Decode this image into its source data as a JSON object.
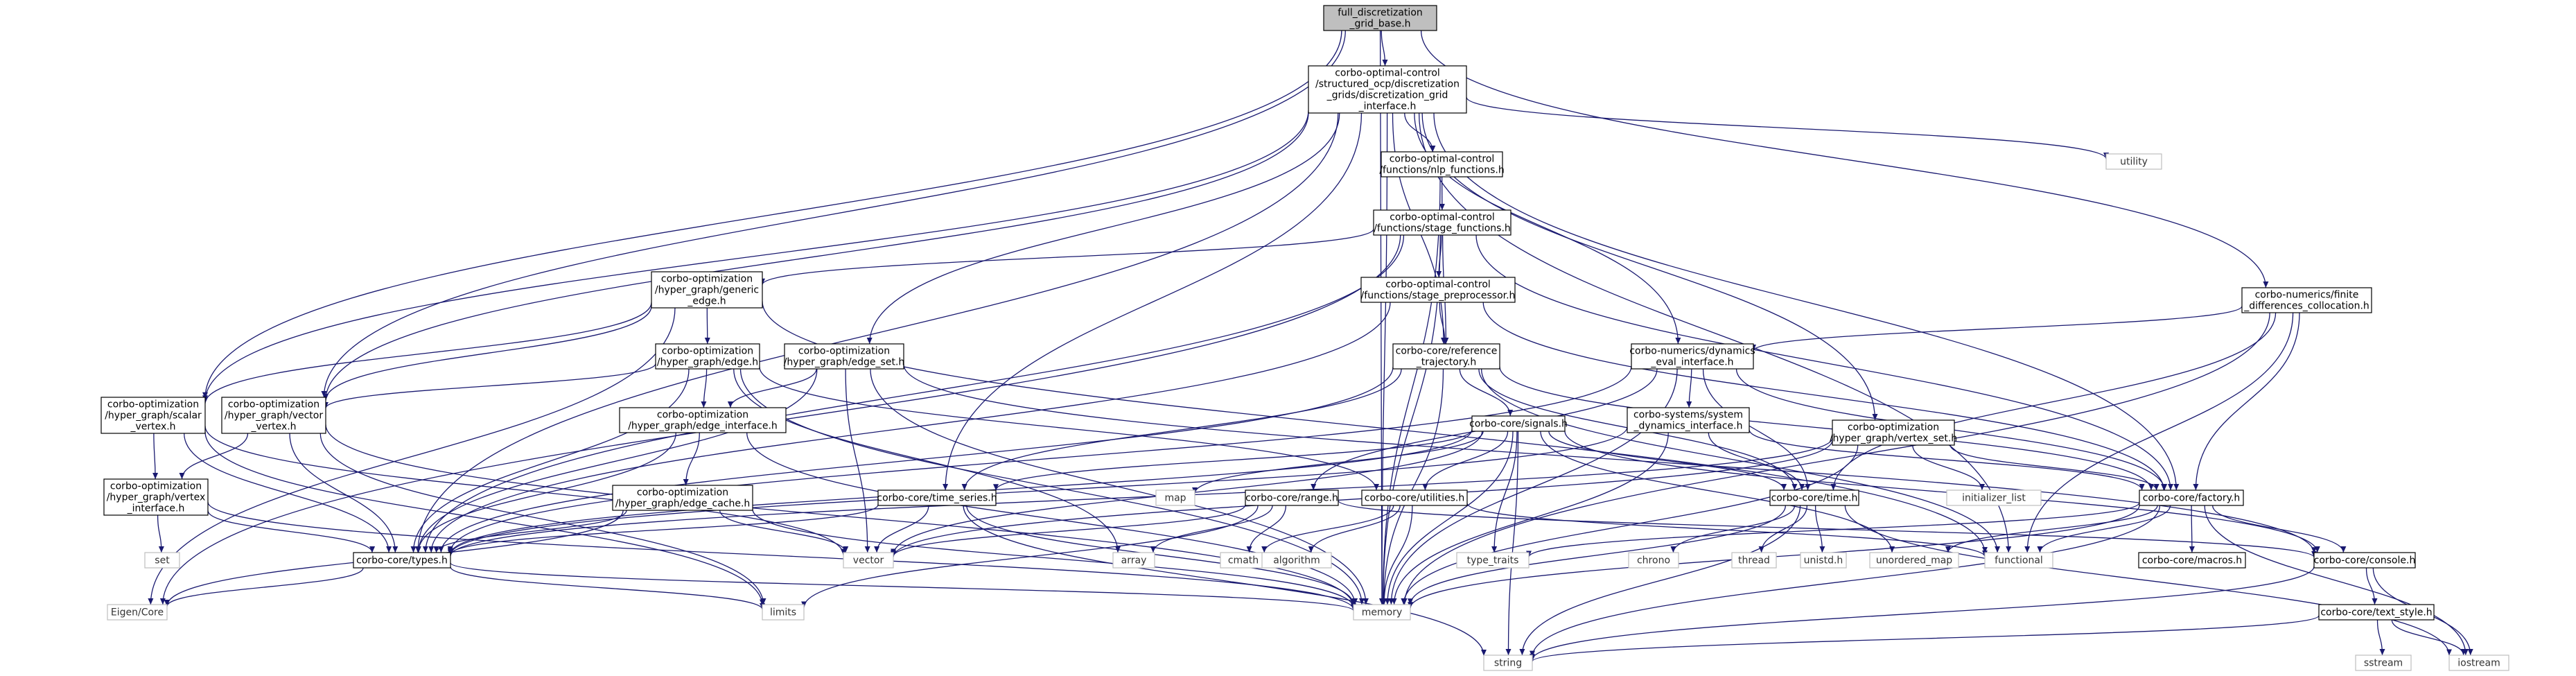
{
  "title": "full_discretization_grid_base.h",
  "colors": {
    "edge": "#191970",
    "root_fill": "#bfbfbf",
    "node_stroke": "#000000",
    "system_stroke": "#bfbfbf"
  },
  "nodes": [
    {
      "id": "root",
      "lines": [
        "full_discretization",
        "_grid_base.h"
      ],
      "kind": "root"
    },
    {
      "id": "dgi",
      "lines": [
        "corbo-optimal-control",
        "/structured_ocp/discretization",
        "_grids/discretization_grid",
        "_interface.h"
      ],
      "kind": "file"
    },
    {
      "id": "nlp",
      "lines": [
        "corbo-optimal-control",
        "/functions/nlp_functions.h"
      ],
      "kind": "file"
    },
    {
      "id": "stage",
      "lines": [
        "corbo-optimal-control",
        "/functions/stage_functions.h"
      ],
      "kind": "file"
    },
    {
      "id": "utility",
      "lines": [
        "utility"
      ],
      "kind": "system"
    },
    {
      "id": "fdc",
      "lines": [
        "corbo-numerics/finite",
        "_differences_collocation.h"
      ],
      "kind": "file"
    },
    {
      "id": "generic",
      "lines": [
        "corbo-optimization",
        "/hyper_graph/generic",
        "_edge.h"
      ],
      "kind": "file"
    },
    {
      "id": "preproc",
      "lines": [
        "corbo-optimal-control",
        "/functions/stage_preprocessor.h"
      ],
      "kind": "file"
    },
    {
      "id": "edge",
      "lines": [
        "corbo-optimization",
        "/hyper_graph/edge.h"
      ],
      "kind": "file"
    },
    {
      "id": "edgeset",
      "lines": [
        "corbo-optimization",
        "/hyper_graph/edge_set.h"
      ],
      "kind": "file"
    },
    {
      "id": "reftraj",
      "lines": [
        "corbo-core/reference",
        "_trajectory.h"
      ],
      "kind": "file"
    },
    {
      "id": "dyn",
      "lines": [
        "corbo-numerics/dynamics",
        "_eval_interface.h"
      ],
      "kind": "file"
    },
    {
      "id": "scalar",
      "lines": [
        "corbo-optimization",
        "/hyper_graph/scalar",
        "_vertex.h"
      ],
      "kind": "file"
    },
    {
      "id": "vecv",
      "lines": [
        "corbo-optimization",
        "/hyper_graph/vector",
        "_vertex.h"
      ],
      "kind": "file"
    },
    {
      "id": "eif",
      "lines": [
        "corbo-optimization",
        "/hyper_graph/edge_interface.h"
      ],
      "kind": "file"
    },
    {
      "id": "signals",
      "lines": [
        "corbo-core/signals.h"
      ],
      "kind": "file"
    },
    {
      "id": "sysdyn",
      "lines": [
        "corbo-systems/system",
        "_dynamics_interface.h"
      ],
      "kind": "file"
    },
    {
      "id": "vset",
      "lines": [
        "corbo-optimization",
        "/hyper_graph/vertex_set.h"
      ],
      "kind": "file"
    },
    {
      "id": "vif",
      "lines": [
        "corbo-optimization",
        "/hyper_graph/vertex",
        "_interface.h"
      ],
      "kind": "file"
    },
    {
      "id": "ecache",
      "lines": [
        "corbo-optimization",
        "/hyper_graph/edge_cache.h"
      ],
      "kind": "file"
    },
    {
      "id": "tseries",
      "lines": [
        "corbo-core/time_series.h"
      ],
      "kind": "file"
    },
    {
      "id": "map",
      "lines": [
        "map"
      ],
      "kind": "system"
    },
    {
      "id": "range",
      "lines": [
        "corbo-core/range.h"
      ],
      "kind": "file"
    },
    {
      "id": "utilities",
      "lines": [
        "corbo-core/utilities.h"
      ],
      "kind": "file"
    },
    {
      "id": "time",
      "lines": [
        "corbo-core/time.h"
      ],
      "kind": "file"
    },
    {
      "id": "ilist",
      "lines": [
        "initializer_list"
      ],
      "kind": "system"
    },
    {
      "id": "factory",
      "lines": [
        "corbo-core/factory.h"
      ],
      "kind": "file"
    },
    {
      "id": "set",
      "lines": [
        "set"
      ],
      "kind": "system"
    },
    {
      "id": "types",
      "lines": [
        "corbo-core/types.h"
      ],
      "kind": "file"
    },
    {
      "id": "vector",
      "lines": [
        "vector"
      ],
      "kind": "system"
    },
    {
      "id": "array",
      "lines": [
        "array"
      ],
      "kind": "system"
    },
    {
      "id": "cmath",
      "lines": [
        "cmath"
      ],
      "kind": "system"
    },
    {
      "id": "algorithm",
      "lines": [
        "algorithm"
      ],
      "kind": "system"
    },
    {
      "id": "typetraits",
      "lines": [
        "type_traits"
      ],
      "kind": "system"
    },
    {
      "id": "chrono",
      "lines": [
        "chrono"
      ],
      "kind": "system"
    },
    {
      "id": "thread",
      "lines": [
        "thread"
      ],
      "kind": "system"
    },
    {
      "id": "unistd",
      "lines": [
        "unistd.h"
      ],
      "kind": "system"
    },
    {
      "id": "umap",
      "lines": [
        "unordered_map"
      ],
      "kind": "system"
    },
    {
      "id": "functional",
      "lines": [
        "functional"
      ],
      "kind": "system"
    },
    {
      "id": "macros",
      "lines": [
        "corbo-core/macros.h"
      ],
      "kind": "file"
    },
    {
      "id": "console",
      "lines": [
        "corbo-core/console.h"
      ],
      "kind": "file"
    },
    {
      "id": "eigen",
      "lines": [
        "Eigen/Core"
      ],
      "kind": "system"
    },
    {
      "id": "limits",
      "lines": [
        "limits"
      ],
      "kind": "system"
    },
    {
      "id": "memory",
      "lines": [
        "memory"
      ],
      "kind": "system"
    },
    {
      "id": "textstyle",
      "lines": [
        "corbo-core/text_style.h"
      ],
      "kind": "file"
    },
    {
      "id": "sstream",
      "lines": [
        "sstream"
      ],
      "kind": "system"
    },
    {
      "id": "iostream",
      "lines": [
        "iostream"
      ],
      "kind": "system"
    },
    {
      "id": "string",
      "lines": [
        "string"
      ],
      "kind": "system"
    }
  ],
  "edges": [
    [
      "root",
      "dgi"
    ],
    [
      "root",
      "fdc"
    ],
    [
      "root",
      "memory"
    ],
    [
      "root",
      "scalar"
    ],
    [
      "root",
      "vecv"
    ],
    [
      "dgi",
      "nlp"
    ],
    [
      "dgi",
      "utility"
    ],
    [
      "dgi",
      "edgeset"
    ],
    [
      "dgi",
      "reftraj"
    ],
    [
      "dgi",
      "dyn"
    ],
    [
      "dgi",
      "vset"
    ],
    [
      "dgi",
      "scalar"
    ],
    [
      "dgi",
      "vecv"
    ],
    [
      "dgi",
      "types"
    ],
    [
      "dgi",
      "factory"
    ],
    [
      "dgi",
      "memory"
    ],
    [
      "dgi",
      "tseries"
    ],
    [
      "dgi",
      "functional"
    ],
    [
      "nlp",
      "stage"
    ],
    [
      "nlp",
      "memory"
    ],
    [
      "stage",
      "generic"
    ],
    [
      "stage",
      "preproc"
    ],
    [
      "stage",
      "reftraj"
    ],
    [
      "stage",
      "factory"
    ],
    [
      "stage",
      "memory"
    ],
    [
      "stage",
      "types"
    ],
    [
      "stage",
      "eigen"
    ],
    [
      "preproc",
      "reftraj"
    ],
    [
      "preproc",
      "factory"
    ],
    [
      "preproc",
      "types"
    ],
    [
      "fdc",
      "dyn"
    ],
    [
      "fdc",
      "factory"
    ],
    [
      "fdc",
      "time"
    ],
    [
      "fdc",
      "memory"
    ],
    [
      "fdc",
      "functional"
    ],
    [
      "generic",
      "edge"
    ],
    [
      "generic",
      "vecv"
    ],
    [
      "generic",
      "scalar"
    ],
    [
      "generic",
      "functional"
    ],
    [
      "generic",
      "eigen"
    ],
    [
      "edge",
      "eif"
    ],
    [
      "edge",
      "vecv"
    ],
    [
      "edge",
      "utilities"
    ],
    [
      "edge",
      "types"
    ],
    [
      "edge",
      "memory"
    ],
    [
      "edge",
      "array"
    ],
    [
      "edgeset",
      "eif"
    ],
    [
      "edgeset",
      "vector"
    ],
    [
      "edgeset",
      "memory"
    ],
    [
      "edgeset",
      "console"
    ],
    [
      "edgeset",
      "types"
    ],
    [
      "reftraj",
      "signals"
    ],
    [
      "reftraj",
      "tseries"
    ],
    [
      "reftraj",
      "time"
    ],
    [
      "reftraj",
      "factory"
    ],
    [
      "reftraj",
      "memory"
    ],
    [
      "reftraj",
      "types"
    ],
    [
      "reftraj",
      "functional"
    ],
    [
      "dyn",
      "sysdyn"
    ],
    [
      "dyn",
      "range"
    ],
    [
      "dyn",
      "factory"
    ],
    [
      "dyn",
      "time"
    ],
    [
      "dyn",
      "memory"
    ],
    [
      "dyn",
      "types"
    ],
    [
      "scalar",
      "vif"
    ],
    [
      "scalar",
      "types"
    ],
    [
      "scalar",
      "limits"
    ],
    [
      "scalar",
      "vector"
    ],
    [
      "vecv",
      "vif"
    ],
    [
      "vecv",
      "types"
    ],
    [
      "vecv",
      "memory"
    ],
    [
      "vecv",
      "limits"
    ],
    [
      "eif",
      "ecache"
    ],
    [
      "eif",
      "types"
    ],
    [
      "eif",
      "memory"
    ],
    [
      "signals",
      "tseries"
    ],
    [
      "signals",
      "map"
    ],
    [
      "signals",
      "vector"
    ],
    [
      "signals",
      "types"
    ],
    [
      "signals",
      "time"
    ],
    [
      "signals",
      "memory"
    ],
    [
      "signals",
      "typetraits"
    ],
    [
      "signals",
      "umap"
    ],
    [
      "signals",
      "string"
    ],
    [
      "signals",
      "console"
    ],
    [
      "signals",
      "utilities"
    ],
    [
      "sysdyn",
      "factory"
    ],
    [
      "sysdyn",
      "time"
    ],
    [
      "sysdyn",
      "memory"
    ],
    [
      "sysdyn",
      "types"
    ],
    [
      "vset",
      "vector"
    ],
    [
      "vset",
      "memory"
    ],
    [
      "vset",
      "factory"
    ],
    [
      "vset",
      "ilist"
    ],
    [
      "vset",
      "types"
    ],
    [
      "vif",
      "set"
    ],
    [
      "vif",
      "types"
    ],
    [
      "vif",
      "memory"
    ],
    [
      "ecache",
      "types"
    ],
    [
      "ecache",
      "vector"
    ],
    [
      "ecache",
      "eigen"
    ],
    [
      "ecache",
      "memory"
    ],
    [
      "tseries",
      "types"
    ],
    [
      "tseries",
      "vector"
    ],
    [
      "tseries",
      "memory"
    ],
    [
      "tseries",
      "string"
    ],
    [
      "range",
      "cmath"
    ],
    [
      "range",
      "array"
    ],
    [
      "range",
      "vector"
    ],
    [
      "range",
      "limits"
    ],
    [
      "range",
      "console"
    ],
    [
      "utilities",
      "memory"
    ],
    [
      "utilities",
      "algorithm"
    ],
    [
      "utilities",
      "cmath"
    ],
    [
      "utilities",
      "functional"
    ],
    [
      "time",
      "chrono"
    ],
    [
      "time",
      "thread"
    ],
    [
      "time",
      "unistd"
    ],
    [
      "time",
      "memory"
    ],
    [
      "time",
      "string"
    ],
    [
      "time",
      "iostream"
    ],
    [
      "factory",
      "console"
    ],
    [
      "factory",
      "typetraits"
    ],
    [
      "factory",
      "functional"
    ],
    [
      "factory",
      "macros"
    ],
    [
      "factory",
      "memory"
    ],
    [
      "factory",
      "string"
    ],
    [
      "factory",
      "umap"
    ],
    [
      "factory",
      "iostream"
    ],
    [
      "types",
      "eigen"
    ],
    [
      "types",
      "limits"
    ],
    [
      "types",
      "memory"
    ],
    [
      "console",
      "textstyle"
    ],
    [
      "console",
      "iostream"
    ],
    [
      "console",
      "string"
    ],
    [
      "textstyle",
      "sstream"
    ],
    [
      "textstyle",
      "iostream"
    ],
    [
      "textstyle",
      "string"
    ]
  ]
}
